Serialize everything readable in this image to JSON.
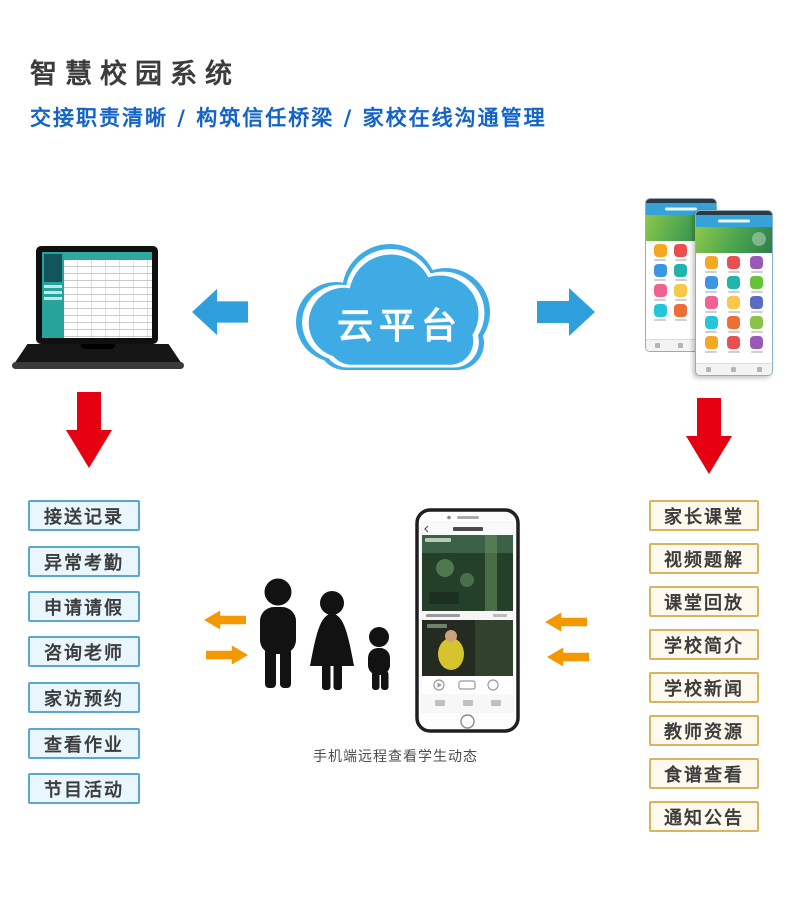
{
  "header": {
    "title": "智慧校园系统",
    "subtitle": "交接职责清晰 / 构筑信任桥梁 / 家校在线沟通管理"
  },
  "cloud": {
    "label": "云平台"
  },
  "left_functions": [
    "接送记录",
    "异常考勤",
    "申请请假",
    "咨询老师",
    "家访预约",
    "查看作业",
    "节目活动"
  ],
  "right_functions": [
    "家长课堂",
    "视频题解",
    "课堂回放",
    "学校简介",
    "学校新闻",
    "教师资源",
    "食谱查看",
    "通知公告"
  ],
  "center": {
    "caption": "手机端远程查看学生动态"
  },
  "phones": {
    "icon_colors": [
      "#f5a623",
      "#e94f4f",
      "#9b59b6",
      "#3b97e3",
      "#1fb5ad",
      "#67c23a",
      "#f06292",
      "#f7c948",
      "#5c6bc0",
      "#26c6da",
      "#ef6c35",
      "#8bc34a"
    ]
  },
  "colors": {
    "cloud_blue": "#3fabe4",
    "arrow_blue": "#2f9fdc",
    "arrow_red": "#e60012",
    "arrow_orange": "#f39800",
    "subtitle_blue": "#1464c8",
    "left_box_border": "#5aa7d4",
    "left_box_bg": "#e9f6fd",
    "right_box_border": "#d9b35e",
    "right_box_bg": "#fdf9ee"
  }
}
